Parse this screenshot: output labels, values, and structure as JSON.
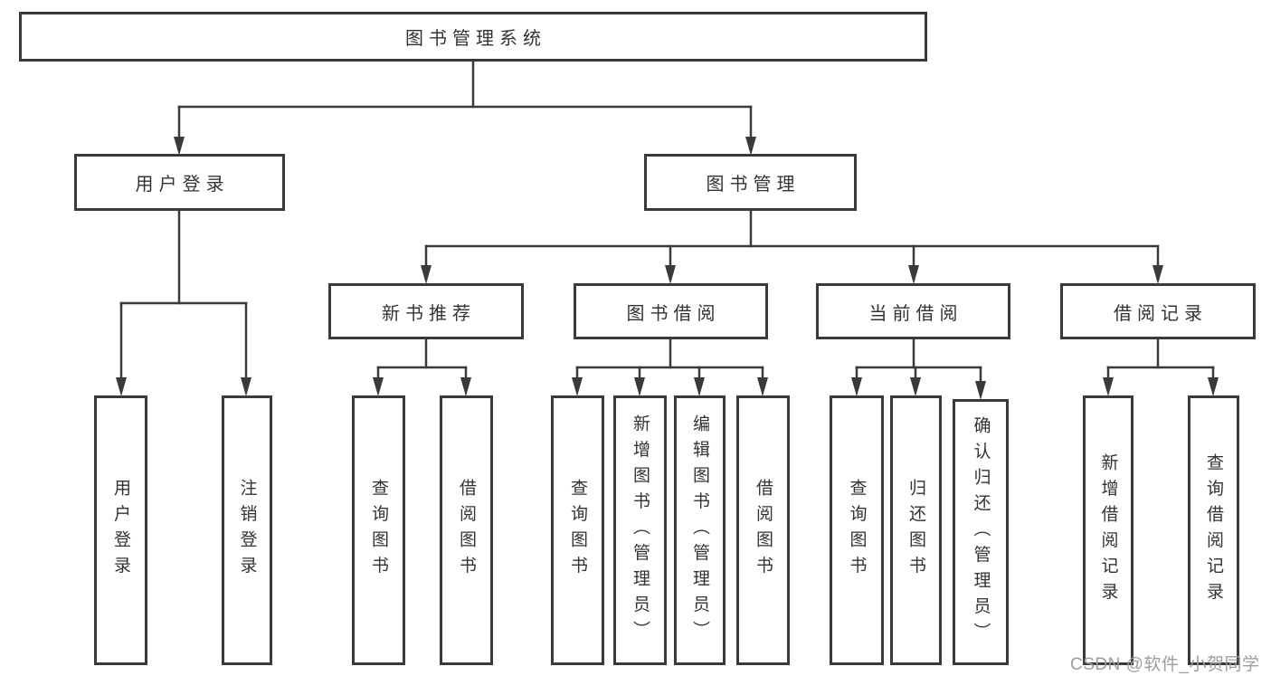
{
  "diagram_title": "图书管理系统",
  "tree": {
    "root": {
      "label": "图书管理系统",
      "children": [
        {
          "label": "用户登录",
          "children": [
            {
              "label": "用户登录"
            },
            {
              "label": "注销登录"
            }
          ]
        },
        {
          "label": "图书管理",
          "children": [
            {
              "label": "新书推荐",
              "children": [
                {
                  "label": "查询图书"
                },
                {
                  "label": "借阅图书"
                }
              ]
            },
            {
              "label": "图书借阅",
              "children": [
                {
                  "label": "查询图书"
                },
                {
                  "label": "新增图书（管理员）"
                },
                {
                  "label": "编辑图书（管理员）"
                },
                {
                  "label": "借阅图书"
                }
              ]
            },
            {
              "label": "当前借阅",
              "children": [
                {
                  "label": "查询图书"
                },
                {
                  "label": "归还图书"
                },
                {
                  "label": "确认归还（管理员）"
                }
              ]
            },
            {
              "label": "借阅记录",
              "children": [
                {
                  "label": "新增借阅记录"
                },
                {
                  "label": "查询借阅记录"
                }
              ]
            }
          ]
        }
      ]
    }
  },
  "watermark": {
    "text": "CSDN @软件_小贺同学"
  },
  "colors": {
    "line": "#3a3a3a",
    "text": "#333333",
    "watermark": "#9d9d9d",
    "background": "#ffffff"
  }
}
